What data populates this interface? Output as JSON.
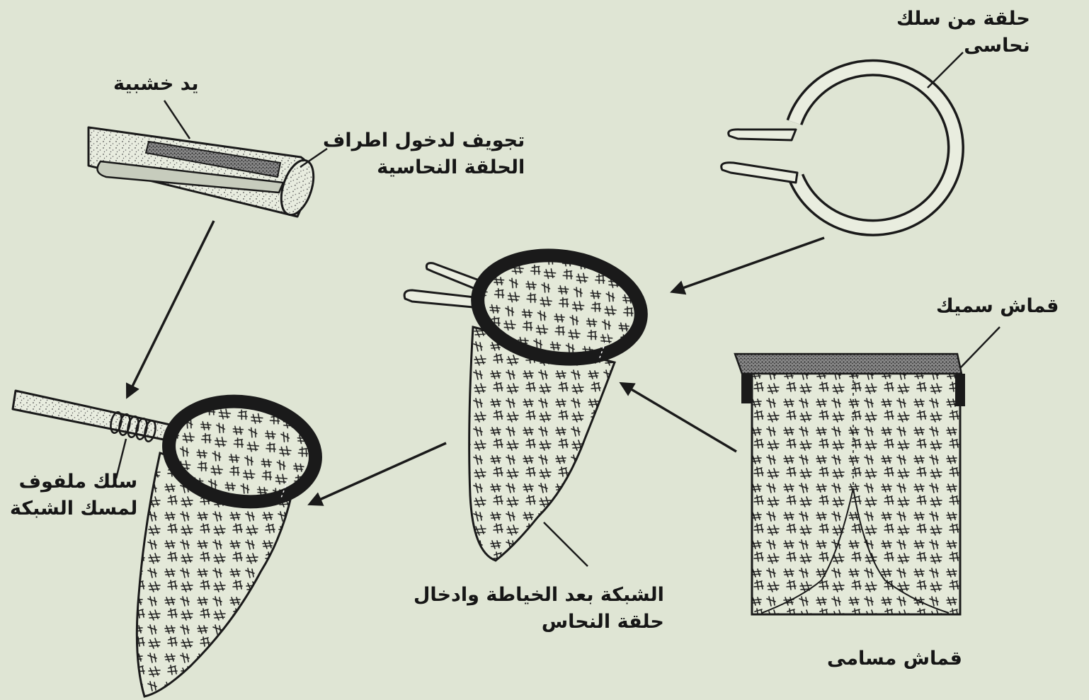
{
  "labels": {
    "copper_ring": [
      "حلقة من سلك",
      "نحاسى"
    ],
    "wooden_handle": "يد خشبية",
    "handle_groove": [
      "تجويف لدخول اطراف",
      "الحلقة النحاسية"
    ],
    "thick_fabric": "قماش سميك",
    "binding_wire": [
      "سلك ملفوف",
      "لمسك الشبكة"
    ],
    "net_after_sewing": [
      "الشبكة بعد الخياطة وادخال",
      "حلقة النحاس"
    ],
    "porous_fabric": "قماش مسامى"
  },
  "colors": {
    "background": "#dfe5d4",
    "ink": "#161616",
    "fabric": "#e3e9d8"
  }
}
